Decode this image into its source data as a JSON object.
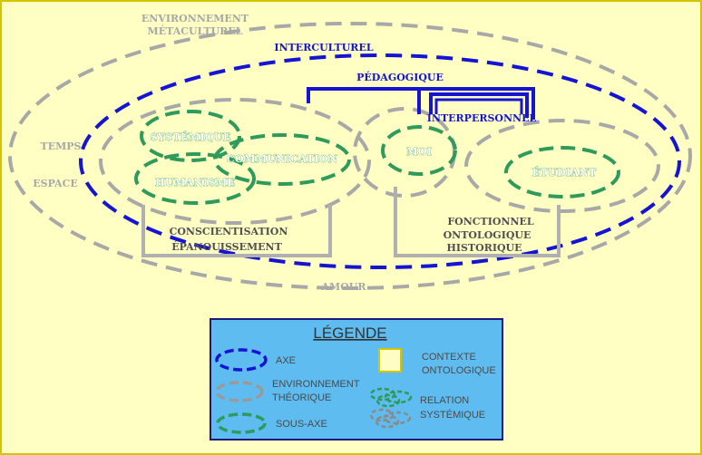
{
  "labels": {
    "environnement_line1": "ENVIRONNEMENT",
    "environnement_line2": "MÉTACULTUREL",
    "interculturel": "INTERCULTUREL",
    "pedagogique": "PÉDAGOGIQUE",
    "interpersonnel": "INTERPERSONNEL",
    "temps": "TEMPS",
    "espace": "ESPACE",
    "amour": "AMOUR",
    "systemique": "SYSTÉMIQUE",
    "communication": "COMMUNICATION",
    "humanisme": "HUMANISME",
    "moi": "MOI",
    "etudiant": "ÉTUDIANT",
    "conscientisation": "CONSCIENTISATION",
    "epanouissement": "ÉPANOUISSEMENT",
    "fonctionnel": "FONCTIONNEL",
    "ontologique": "ONTOLOGIQUE",
    "historique": "HISTORIQUE"
  },
  "legend": {
    "title": "LÉGENDE",
    "axe": "AXE",
    "environnement_line1": "ENVIRONNEMENT",
    "environnement_line2": "THÉORIQUE",
    "sous_axe": "SOUS-AXE",
    "contexte_line1": "CONTEXTE",
    "contexte_line2": "ONTOLOGIQUE",
    "relation_line1": "RELATION",
    "relation_line2": "SYSTÉMIQUE"
  },
  "colors": {
    "background": "#ffffc4",
    "axe": "#1414d2",
    "environnement": "#a8a8a8",
    "sous_axe": "#2e9a5c",
    "legend_bg": "#5ebcf0"
  }
}
